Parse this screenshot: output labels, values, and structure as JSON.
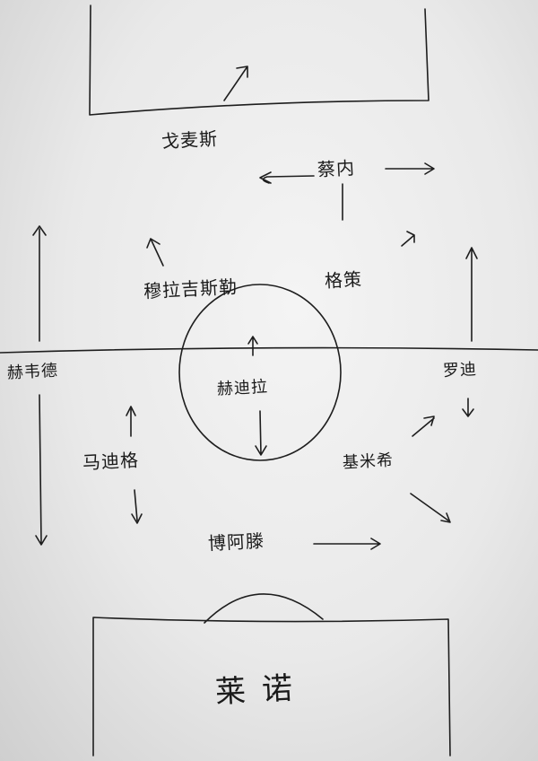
{
  "diagram": {
    "players": {
      "top_forward": "戈麦斯",
      "right_forward": "蔡内",
      "left_mid": "穆拉吉斯勒",
      "right_mid": "格策",
      "center": "赫迪拉",
      "left_back": "赫韦德",
      "right_back": "罗迪",
      "left_center_back": "马迪格",
      "right_center_back": "基米希",
      "libero": "博阿滕",
      "goalkeeper": "莱诺"
    }
  }
}
